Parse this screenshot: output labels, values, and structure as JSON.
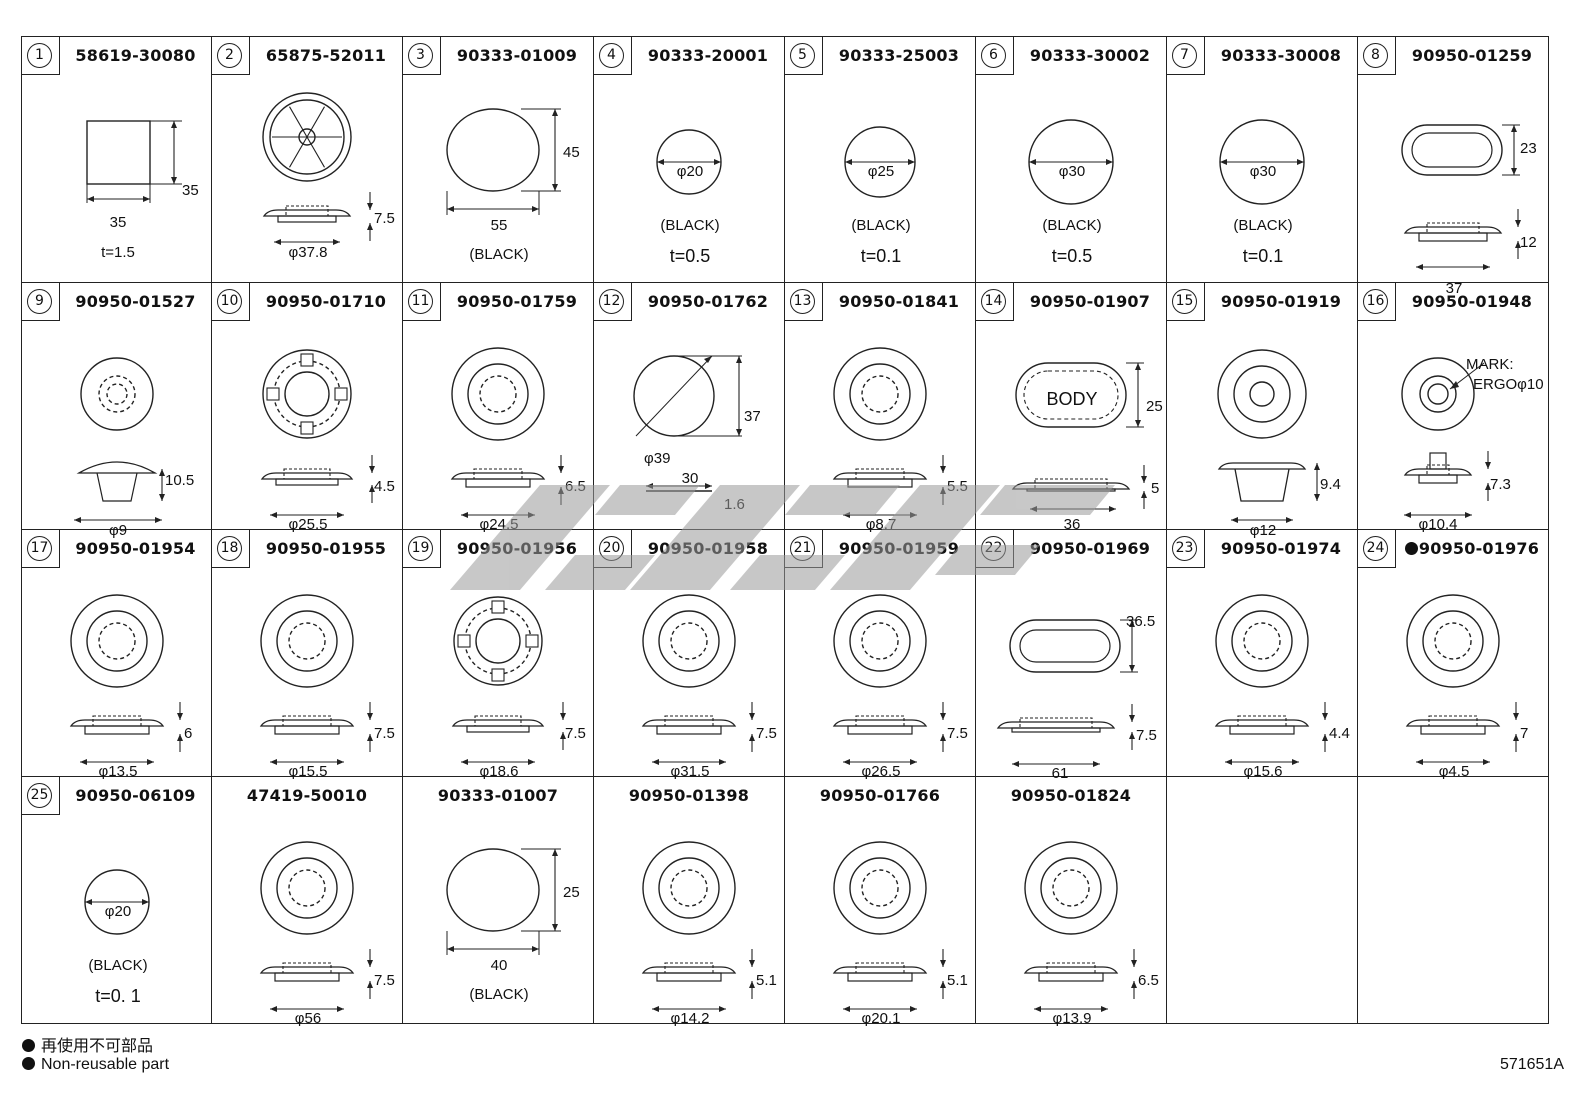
{
  "cells": [
    {
      "num": "1",
      "part": "58619-30080",
      "nonreusable": false,
      "shape": "square",
      "labels": [
        "35",
        "35",
        "t=1.5"
      ]
    },
    {
      "num": "2",
      "part": "65875-52011",
      "nonreusable": false,
      "shape": "spoked",
      "labels": [
        "7.5",
        "φ37.8"
      ]
    },
    {
      "num": "3",
      "part": "90333-01009",
      "nonreusable": false,
      "shape": "oval",
      "labels": [
        "45",
        "55",
        "(BLACK)"
      ]
    },
    {
      "num": "4",
      "part": "90333-20001",
      "nonreusable": false,
      "shape": "disc",
      "labels": [
        "φ20",
        "(BLACK)",
        "t=0.5"
      ]
    },
    {
      "num": "5",
      "part": "90333-25003",
      "nonreusable": false,
      "shape": "disc",
      "labels": [
        "φ25",
        "(BLACK)",
        "t=0.1"
      ]
    },
    {
      "num": "6",
      "part": "90333-30002",
      "nonreusable": false,
      "shape": "disc",
      "labels": [
        "φ30",
        "(BLACK)",
        "t=0.5"
      ]
    },
    {
      "num": "7",
      "part": "90333-30008",
      "nonreusable": false,
      "shape": "disc",
      "labels": [
        "φ30",
        "(BLACK)",
        "t=0.1"
      ]
    },
    {
      "num": "8",
      "part": "90950-01259",
      "nonreusable": false,
      "shape": "oblong",
      "labels": [
        "23",
        "12",
        "37"
      ]
    },
    {
      "num": "9",
      "part": "90950-01527",
      "nonreusable": false,
      "shape": "plug",
      "labels": [
        "10.5",
        "φ9"
      ]
    },
    {
      "num": "10",
      "part": "90950-01710",
      "nonreusable": false,
      "shape": "notched",
      "labels": [
        "4.5",
        "φ25.5"
      ]
    },
    {
      "num": "11",
      "part": "90950-01759",
      "nonreusable": false,
      "shape": "ring",
      "labels": [
        "6.5",
        "φ24.5"
      ]
    },
    {
      "num": "12",
      "part": "90950-01762",
      "nonreusable": false,
      "shape": "clip",
      "labels": [
        "37",
        "φ39",
        "30",
        "1.6"
      ]
    },
    {
      "num": "13",
      "part": "90950-01841",
      "nonreusable": false,
      "shape": "ring",
      "labels": [
        "5.5",
        "φ8.7"
      ]
    },
    {
      "num": "14",
      "part": "90950-01907",
      "nonreusable": false,
      "shape": "body",
      "labels": [
        "BODY",
        "25",
        "5",
        "36"
      ]
    },
    {
      "num": "15",
      "part": "90950-01919",
      "nonreusable": false,
      "shape": "tall",
      "labels": [
        "9.4",
        "φ12"
      ]
    },
    {
      "num": "16",
      "part": "90950-01948",
      "nonreusable": false,
      "shape": "mark",
      "labels": [
        "MARK:",
        "ERGOφ10",
        "7.3",
        "φ10.4"
      ]
    },
    {
      "num": "17",
      "part": "90950-01954",
      "nonreusable": false,
      "shape": "ring",
      "labels": [
        "6",
        "φ13.5"
      ]
    },
    {
      "num": "18",
      "part": "90950-01955",
      "nonreusable": false,
      "shape": "ring",
      "labels": [
        "7.5",
        "φ15.5"
      ]
    },
    {
      "num": "19",
      "part": "90950-01956",
      "nonreusable": false,
      "shape": "notched",
      "labels": [
        "7.5",
        "φ18.6"
      ]
    },
    {
      "num": "20",
      "part": "90950-01958",
      "nonreusable": false,
      "shape": "ring",
      "labels": [
        "7.5",
        "φ31.5"
      ]
    },
    {
      "num": "21",
      "part": "90950-01959",
      "nonreusable": false,
      "shape": "ring",
      "labels": [
        "7.5",
        "φ26.5"
      ]
    },
    {
      "num": "22",
      "part": "90950-01969",
      "nonreusable": false,
      "shape": "slot",
      "labels": [
        "36.5",
        "7.5",
        "61"
      ]
    },
    {
      "num": "23",
      "part": "90950-01974",
      "nonreusable": false,
      "shape": "ring",
      "labels": [
        "4.4",
        "φ15.6"
      ]
    },
    {
      "num": "24",
      "part": "90950-01976",
      "nonreusable": true,
      "shape": "ring",
      "labels": [
        "7",
        "φ4.5"
      ]
    },
    {
      "num": "25",
      "part": "90950-06109",
      "nonreusable": false,
      "shape": "disc",
      "labels": [
        "φ20",
        "(BLACK)",
        "t=0. 1"
      ]
    },
    {
      "num": "",
      "part": "47419-50010",
      "nonreusable": false,
      "shape": "ring",
      "labels": [
        "7.5",
        "φ56"
      ]
    },
    {
      "num": "",
      "part": "90333-01007",
      "nonreusable": false,
      "shape": "oval",
      "labels": [
        "25",
        "40",
        "(BLACK)"
      ]
    },
    {
      "num": "",
      "part": "90950-01398",
      "nonreusable": false,
      "shape": "ring",
      "labels": [
        "5.1",
        "φ14.2"
      ]
    },
    {
      "num": "",
      "part": "90950-01766",
      "nonreusable": false,
      "shape": "ring",
      "labels": [
        "5.1",
        "φ20.1"
      ]
    },
    {
      "num": "",
      "part": "90950-01824",
      "nonreusable": false,
      "shape": "ring",
      "labels": [
        "6.5",
        "φ13.9"
      ]
    },
    {
      "num": "",
      "part": "",
      "nonreusable": false,
      "shape": "empty",
      "labels": []
    },
    {
      "num": "",
      "part": "",
      "nonreusable": false,
      "shape": "empty",
      "labels": []
    }
  ],
  "legend": {
    "line_jp": "再使用不可部品",
    "line_en": "Non-reusable part"
  },
  "figure_code": "571651A",
  "colors": {
    "line": "#222222",
    "watermark": "#9a9a9a"
  }
}
